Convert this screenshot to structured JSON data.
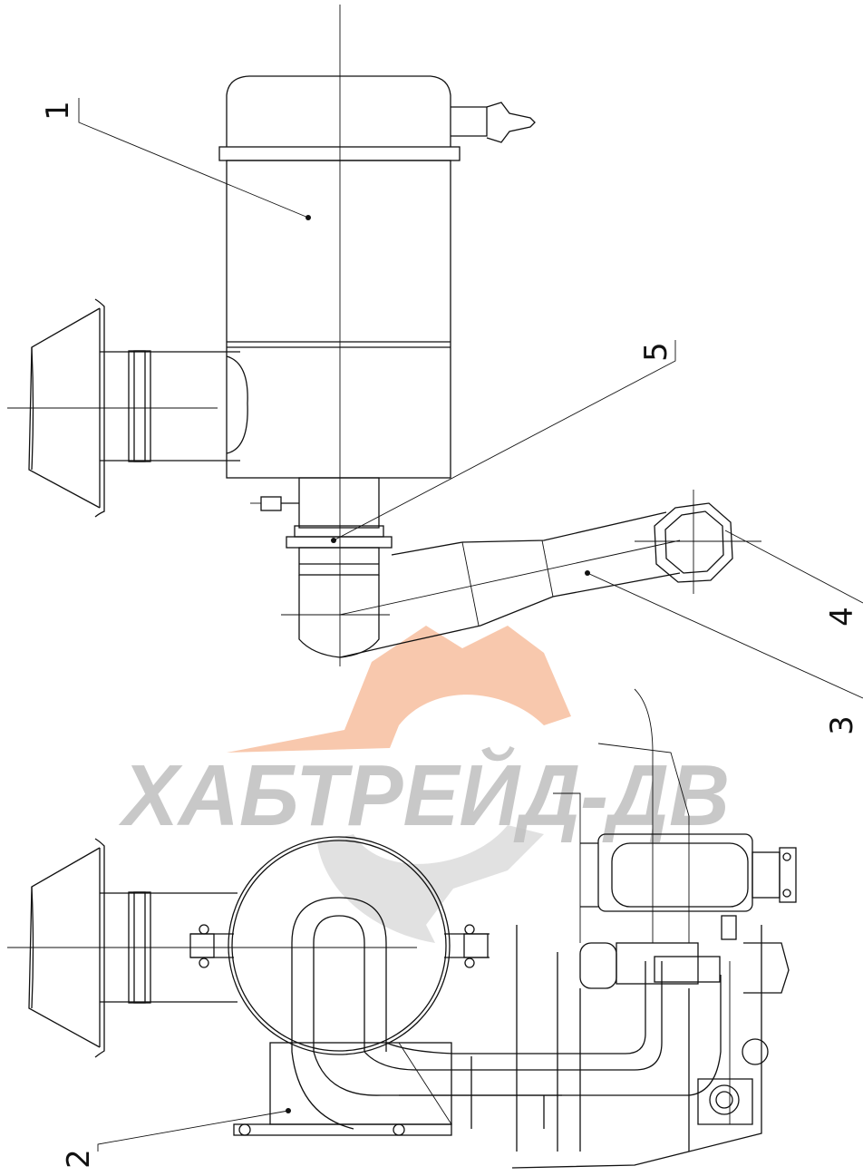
{
  "callouts": [
    {
      "id": "c1",
      "label": "1"
    },
    {
      "id": "c2",
      "label": "2"
    },
    {
      "id": "c3",
      "label": "3"
    },
    {
      "id": "c4",
      "label": "4"
    },
    {
      "id": "c5",
      "label": "5"
    }
  ],
  "watermark": {
    "text": "ХАБТРЕЙД-ДВ",
    "accent_color": "#f39a6a",
    "text_color": "#bfbfbf"
  }
}
